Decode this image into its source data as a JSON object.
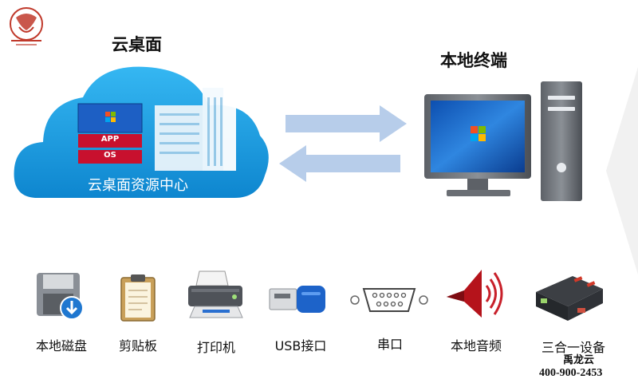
{
  "cloud": {
    "title": "云桌面",
    "resource_label": "云桌面资源中心",
    "app_label": "APP",
    "os_label": "OS"
  },
  "terminal": {
    "title": "本地终端"
  },
  "devices": [
    {
      "label": "本地磁盘",
      "icon": "disk-icon"
    },
    {
      "label": "剪贴板",
      "icon": "clipboard-icon"
    },
    {
      "label": "打印机",
      "icon": "printer-icon"
    },
    {
      "label": "USB接口",
      "icon": "usb-icon"
    },
    {
      "label": "串口",
      "icon": "serial-port-icon"
    },
    {
      "label": "本地音频",
      "icon": "speaker-icon"
    },
    {
      "label": "三合一设备",
      "icon": "device-box-icon"
    }
  ],
  "brand": {
    "name": "禹龙云",
    "phone": "400-900-2453"
  },
  "colors": {
    "cloud": "#1e9fe0",
    "arrow": "#b7cdea",
    "app_red": "#c8102e",
    "monitor_screen": "#1f6fd1"
  }
}
